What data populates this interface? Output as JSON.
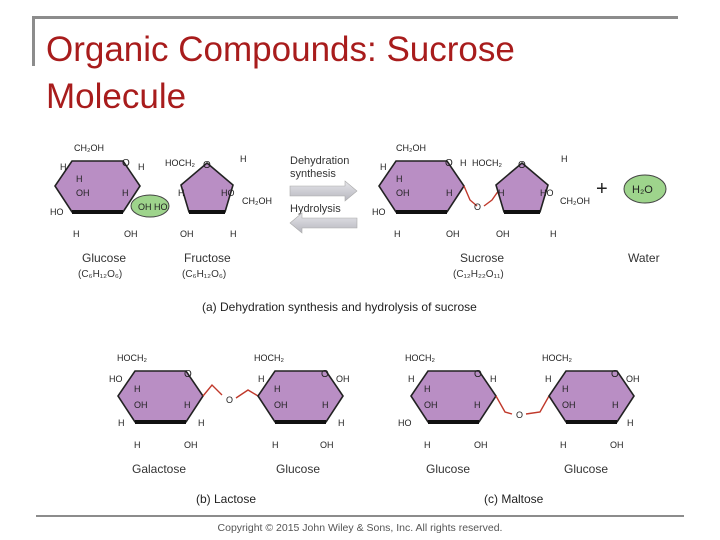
{
  "slide": {
    "title": "Organic Compounds: Sucrose Molecule",
    "copyright": "Copyright © 2015 John Wiley & Sons, Inc. All rights reserved."
  },
  "colors": {
    "title": "#a81c1c",
    "ring_fill": "#b98ec4",
    "water_fill": "#9ed48c",
    "arrow_fill": "#c7c7cf"
  },
  "panel_a": {
    "arrow_top": "Dehydration synthesis",
    "arrow_bottom": "Hydrolysis",
    "plus": "+",
    "water_bubble": "H₂O",
    "oh_bubble": "OH HO",
    "glucose_name": "Glucose",
    "glucose_formula": "(C₆H₁₂O₆)",
    "fructose_name": "Fructose",
    "fructose_formula": "(C₆H₁₂O₆)",
    "sucrose_name": "Sucrose",
    "sucrose_formula": "(C₁₂H₂₂O₁₁)",
    "water_name": "Water",
    "caption": "(a) Dehydration synthesis and hydrolysis of sucrose"
  },
  "panel_b": {
    "galactose_name": "Galactose",
    "glucose_name": "Glucose",
    "caption": "(b) Lactose"
  },
  "panel_c": {
    "glucose_left_name": "Glucose",
    "glucose_right_name": "Glucose",
    "caption": "(c) Maltose"
  },
  "atoms": {
    "ch2oh": "CH₂OH",
    "hoch2": "HOCH₂",
    "h": "H",
    "o": "O",
    "oh": "OH",
    "ho": "HO"
  }
}
